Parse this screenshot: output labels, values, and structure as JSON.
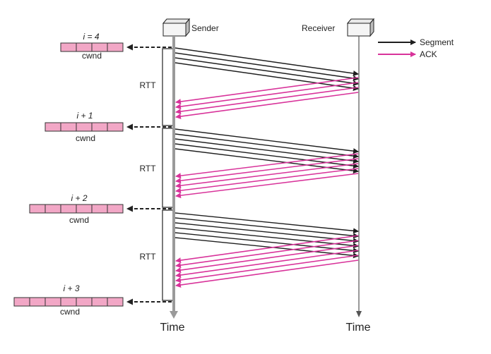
{
  "colors": {
    "segment": "#1e1e1e",
    "ack": "#d8339a",
    "cwnd_fill": "#f2a7c6",
    "cwnd_stroke": "#333333",
    "timeline_sender": "#9a9a9a",
    "timeline_receiver": "#555555"
  },
  "header": {
    "sender_label": "Sender",
    "receiver_label": "Receiver"
  },
  "legend": {
    "segment_label": "Segment",
    "ack_label": "ACK"
  },
  "footer": {
    "sender_time": "Time",
    "receiver_time": "Time"
  },
  "rounds": [
    {
      "round_label": "i = 4",
      "cwnd_label": "cwnd",
      "cwnd_cells": 4,
      "rtt_label": "RTT",
      "segments": 4
    },
    {
      "round_label": "i + 1",
      "cwnd_label": "cwnd",
      "cwnd_cells": 5,
      "rtt_label": "RTT",
      "segments": 5
    },
    {
      "round_label": "i + 2",
      "cwnd_label": "cwnd",
      "cwnd_cells": 6,
      "rtt_label": "RTT",
      "segments": 6
    },
    {
      "round_label": "i + 3",
      "cwnd_label": "cwnd",
      "cwnd_cells": 7
    }
  ],
  "icons": {
    "sender_node": "computer-box-icon",
    "receiver_node": "computer-box-icon"
  }
}
